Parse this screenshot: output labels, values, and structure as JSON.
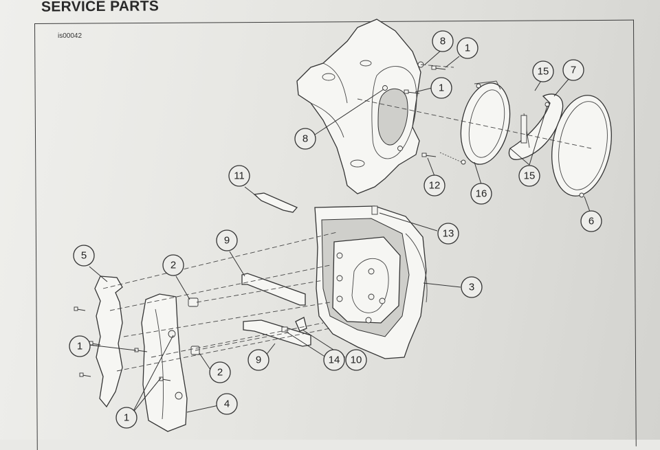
{
  "heading": "SERVICE PARTS",
  "drawing_id": "is00042",
  "callouts": [
    {
      "label": "8"
    },
    {
      "label": "1"
    },
    {
      "label": "1"
    },
    {
      "label": "8"
    },
    {
      "label": "15"
    },
    {
      "label": "7"
    },
    {
      "label": "15"
    },
    {
      "label": "12"
    },
    {
      "label": "16"
    },
    {
      "label": "6"
    },
    {
      "label": "11"
    },
    {
      "label": "13"
    },
    {
      "label": "9"
    },
    {
      "label": "5"
    },
    {
      "label": "2"
    },
    {
      "label": "3"
    },
    {
      "label": "1"
    },
    {
      "label": "9"
    },
    {
      "label": "14"
    },
    {
      "label": "10"
    },
    {
      "label": "2"
    },
    {
      "label": "4"
    },
    {
      "label": "1"
    }
  ]
}
